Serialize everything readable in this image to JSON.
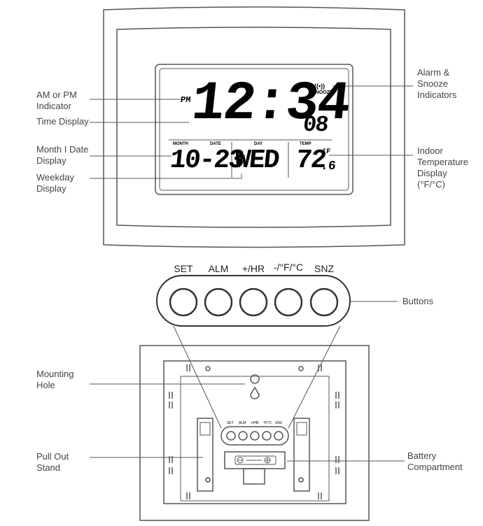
{
  "display": {
    "pm": "PM",
    "time": "12:34",
    "seconds": "08",
    "month_label": "MONTH",
    "date_label": "DATE",
    "date": "10-23",
    "day_label": "DAY",
    "day": "WED",
    "temp_label": "TEMP",
    "temp": "72",
    "temp_decimal": ".6",
    "temp_unit": "°F",
    "snooze": "SNOOZE",
    "alarm_icon": "alarm-waves-icon"
  },
  "buttons": [
    "SET",
    "ALM",
    "+/HR",
    "-/°F/°C",
    "SNZ"
  ],
  "buttons_small": [
    "SET",
    "ALM",
    "+/HR",
    "°F/°C",
    "SNZ"
  ],
  "callouts": {
    "am_pm": "AM or PM\nIndicator",
    "time": "Time Display",
    "month_date": "Month I Date\nDisplay",
    "weekday": "Weekday\nDisplay",
    "alarm_snooze": "Alarm &\nSnooze\nIndicators",
    "temperature": "Indoor\nTemperature\nDisplay\n(°F/°C)",
    "buttons": "Buttons",
    "mounting_hole": "Mounting\nHole",
    "stand": "Pull Out\nStand",
    "battery": "Battery\nCompartment"
  }
}
